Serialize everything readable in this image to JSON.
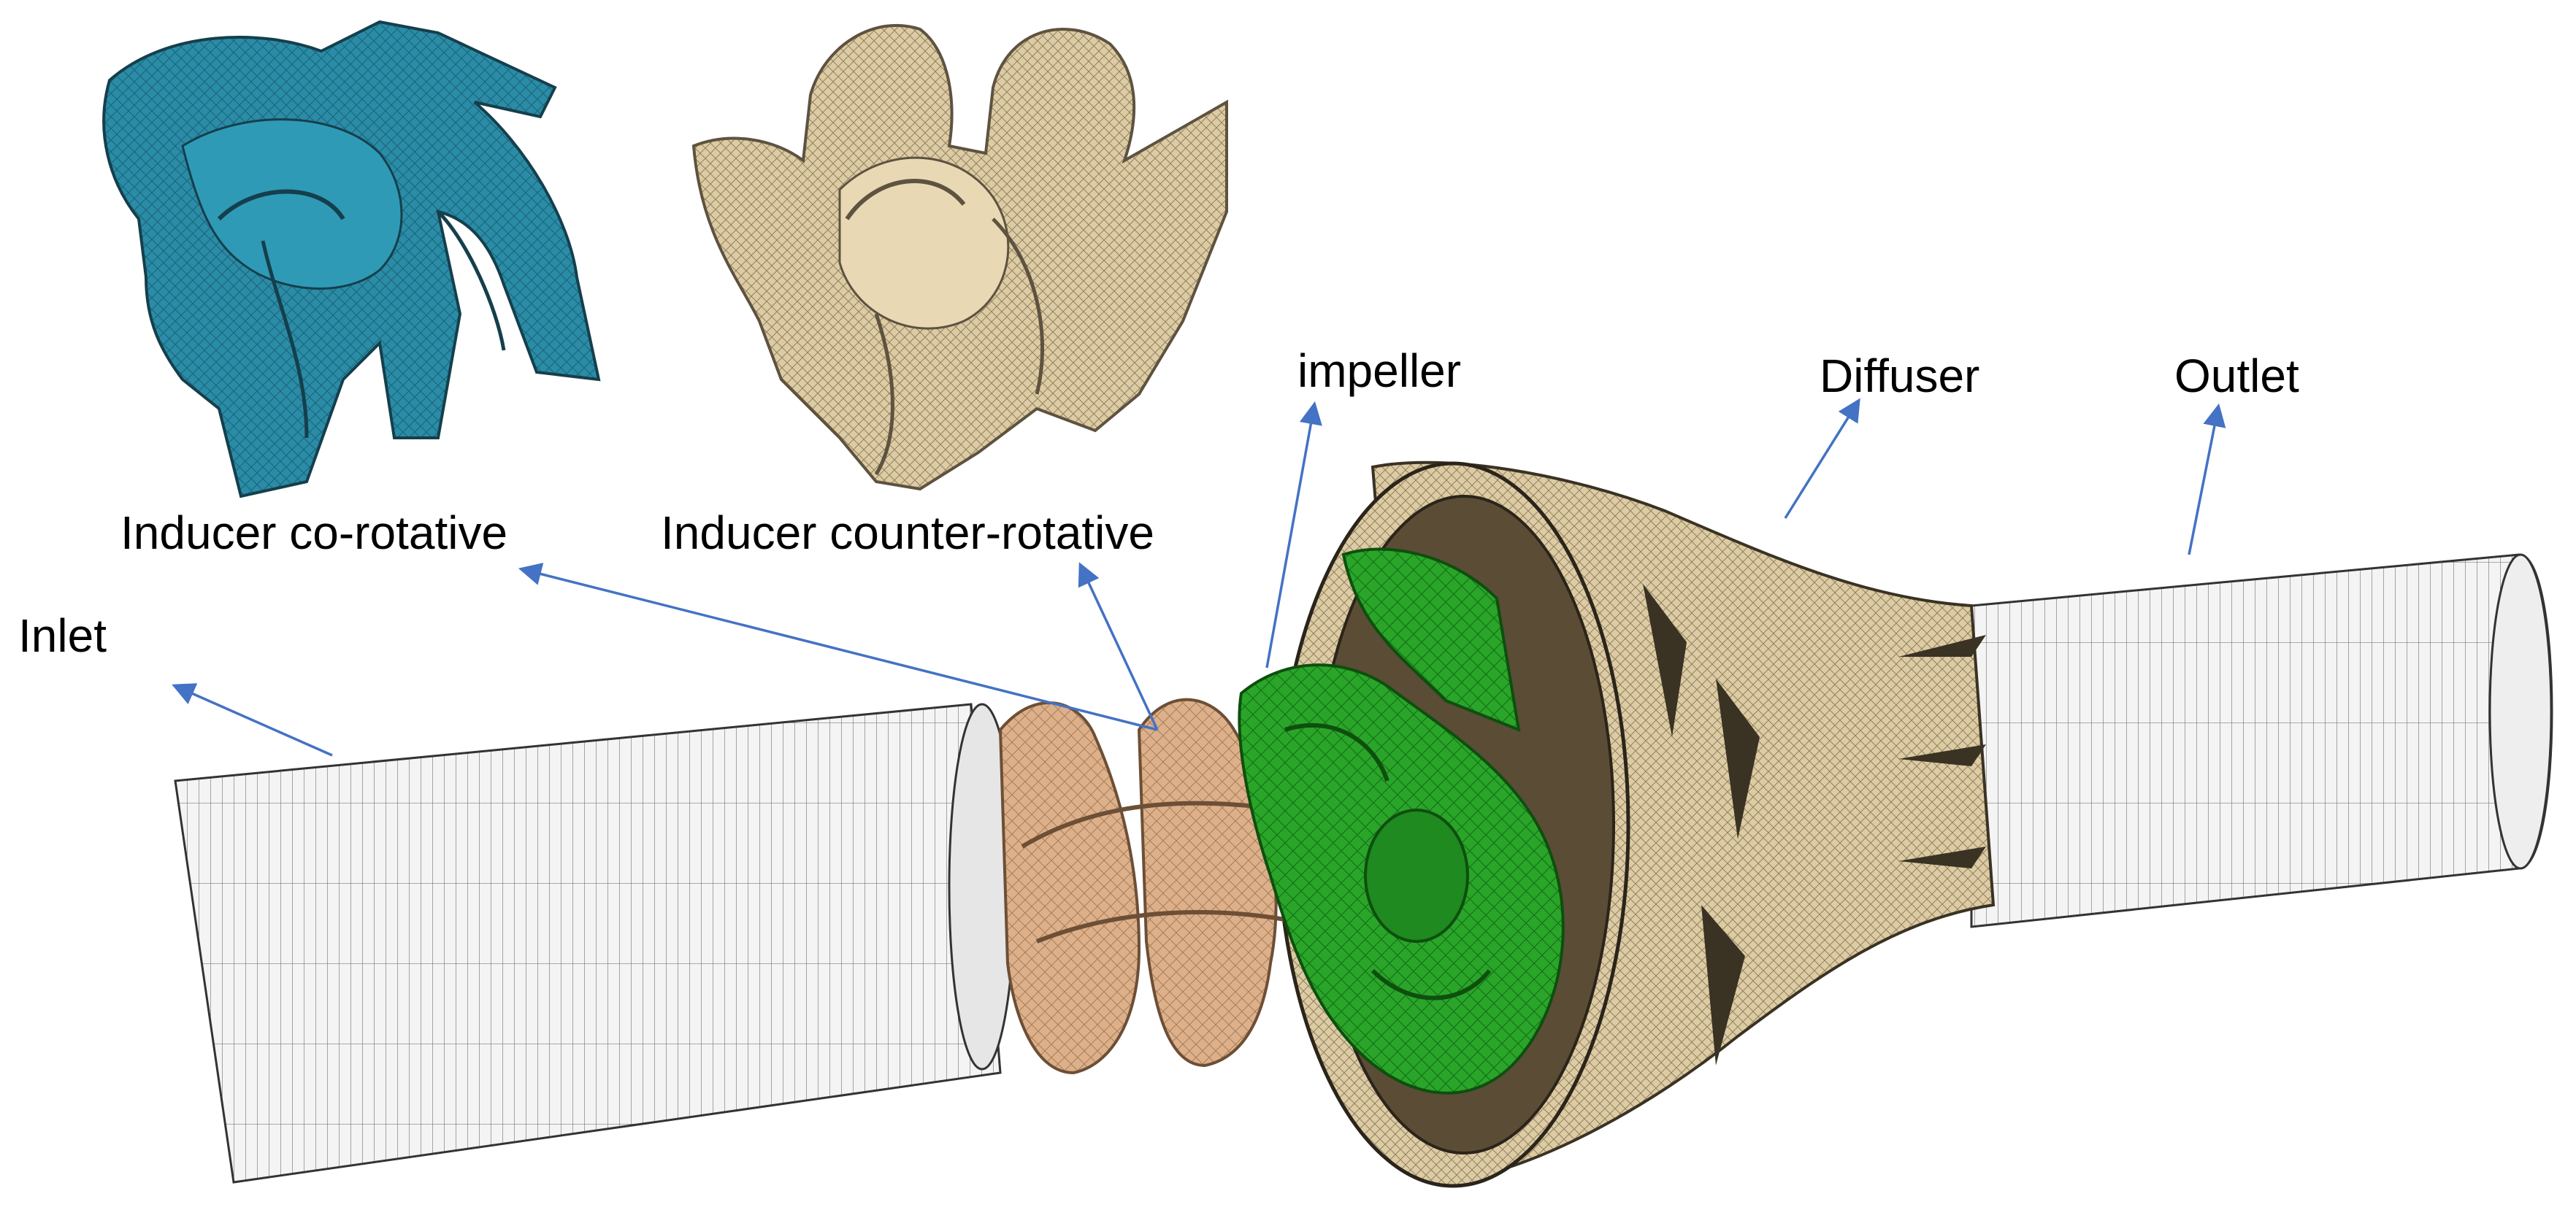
{
  "labels": {
    "inducer_co_rotative": "Inducer co-rotative",
    "inducer_counter_rotative": "Inducer counter-rotative",
    "inlet": "Inlet",
    "impeller": "impeller",
    "diffuser": "Diffuser",
    "outlet": "Outlet"
  },
  "colors": {
    "arrow": "#4472c4",
    "co_rotative_inducer": "#2a8ca6",
    "counter_rotative_inducer": "#e3d2aa",
    "inducer_assembly": "#ddb08a",
    "impeller": "#2aa52a",
    "diffuser": "#dccba3",
    "pipe": "#f2f2f2",
    "mesh_line": "#555555"
  }
}
